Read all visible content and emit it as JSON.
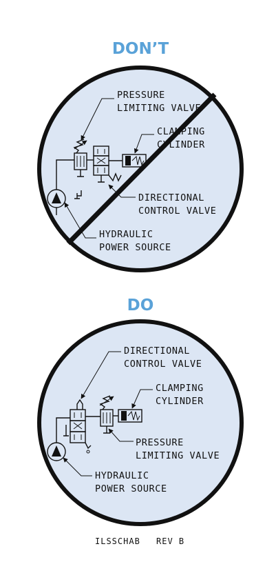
{
  "dont": {
    "title": "DON’T",
    "labels": {
      "pressure_l1": "PRESSURE",
      "pressure_l2": "LIMITING VALVE",
      "clamping_l1": "CLAMPING",
      "clamping_l2": "CYLINDER",
      "directional_l1": "DIRECTIONAL",
      "directional_l2": "CONTROL VALVE",
      "hydraulic_l1": "HYDRAULIC",
      "hydraulic_l2": "POWER SOURCE"
    }
  },
  "do": {
    "title": "DO",
    "labels": {
      "directional_l1": "DIRECTIONAL",
      "directional_l2": "CONTROL VALVE",
      "clamping_l1": "CLAMPING",
      "clamping_l2": "CYLINDER",
      "pressure_l1": "PRESSURE",
      "pressure_l2": "LIMITING VALVE",
      "hydraulic_l1": "HYDRAULIC",
      "hydraulic_l2": "POWER SOURCE"
    }
  },
  "footer": {
    "code": "ILSSCHAB",
    "rev": "REV B"
  },
  "colors": {
    "circle_fill": "#dce6f4",
    "heading": "#5aa2d8",
    "stroke": "#111111"
  }
}
